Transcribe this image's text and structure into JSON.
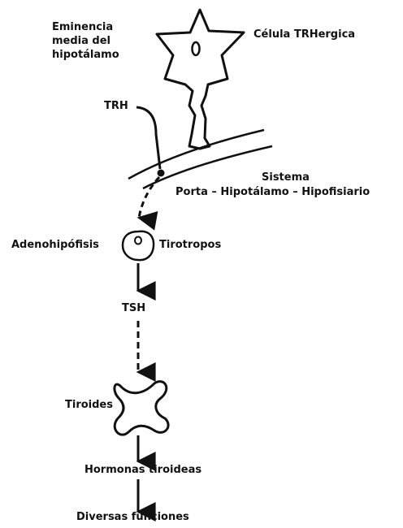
{
  "labels": {
    "eminencia": [
      "Eminencia",
      "media del",
      "hipotálamo"
    ],
    "celula": "Célula TRHergica",
    "trh": "TRH",
    "sistema": "Sistema",
    "porta": "Porta – Hipotálamo – Hipofisiario",
    "adenohipofisis": "Adenohipófisis",
    "tirotropos": "Tirotropos",
    "tsh": "TSH",
    "tiroides": "Tiroides",
    "hormonas": "Hormonas tiroideas",
    "funciones": "Diversas funciones"
  },
  "colors": {
    "ink": "#111111",
    "background": "#ffffff"
  }
}
